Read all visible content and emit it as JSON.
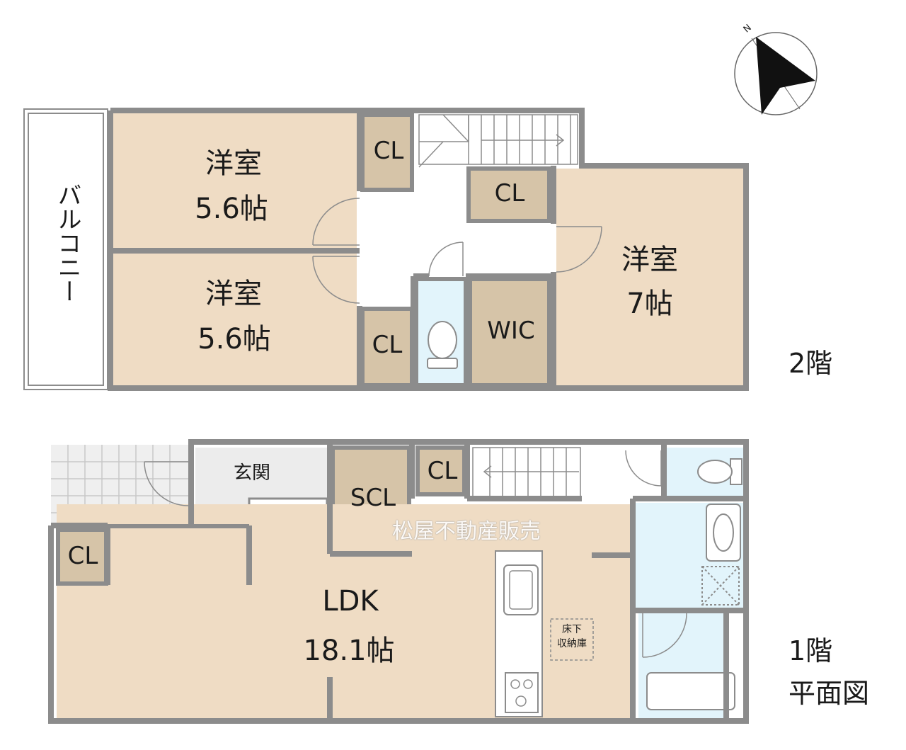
{
  "floor2": {
    "balcony": "バルコニー",
    "room_nw": {
      "name": "洋室",
      "size": "5.6帖"
    },
    "room_sw": {
      "name": "洋室",
      "size": "5.6帖"
    },
    "room_e": {
      "name": "洋室",
      "size": "7帖"
    },
    "closet_1": "CL",
    "closet_2": "CL",
    "closet_3": "CL",
    "walk_in_closet": "WIC",
    "floor_label": "2階"
  },
  "floor1": {
    "entrance": "玄関",
    "shoes_closet": "SCL",
    "closet_1": "CL",
    "closet_2": "CL",
    "ldk": {
      "name": "LDK",
      "size": "18.1帖"
    },
    "underfloor_storage": [
      "床下",
      "収納庫"
    ],
    "floor_label": "1階",
    "plan_label": "平面図"
  },
  "watermark": "松屋不動産販売",
  "compass": {
    "north_label": "N"
  },
  "colors": {
    "room": "#efdcc4",
    "closet": "#d6c4a8",
    "wet": "#e2f4fb",
    "hall": "#ffffff",
    "entrance": "#ececec",
    "wall": "#8c8c8c"
  }
}
